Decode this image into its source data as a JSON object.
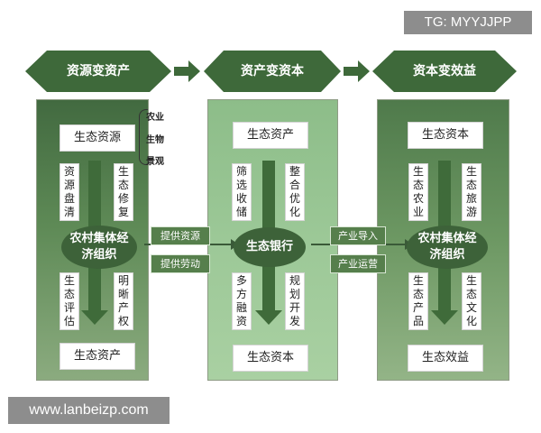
{
  "watermark_tg": "TG: MYYJJPP",
  "watermark_url": "www.lanbeizp.com",
  "colors": {
    "header": "#3e693a",
    "arrow": "#3f6b3a"
  },
  "headers": [
    "资源变资产",
    "资产变资本",
    "资本变效益"
  ],
  "col1": {
    "top": "生态资源",
    "side_labels": [
      "农业",
      "生物",
      "景观"
    ],
    "left_upper": [
      "资",
      "源",
      "盘",
      "清"
    ],
    "right_upper": [
      "生",
      "态",
      "修",
      "复"
    ],
    "center": [
      "农村集体经",
      "济组织"
    ],
    "left_lower": [
      "生",
      "态",
      "评",
      "估"
    ],
    "right_lower": [
      "明",
      "晰",
      "产",
      "权"
    ],
    "bottom": "生态资产"
  },
  "col2": {
    "top": "生态资产",
    "left_upper": [
      "筛",
      "选",
      "收",
      "储"
    ],
    "right_upper": [
      "整",
      "合",
      "优",
      "化"
    ],
    "center": [
      "生态银行"
    ],
    "left_lower": [
      "多",
      "方",
      "融",
      "资"
    ],
    "right_lower": [
      "规",
      "划",
      "开",
      "发"
    ],
    "bottom": "生态资本"
  },
  "col3": {
    "top": "生态资本",
    "left_upper": [
      "生",
      "态",
      "农",
      "业"
    ],
    "right_upper": [
      "生",
      "态",
      "旅",
      "游"
    ],
    "center": [
      "农村集体经",
      "济组织"
    ],
    "left_lower": [
      "生",
      "态",
      "产",
      "品"
    ],
    "right_lower": [
      "生",
      "态",
      "文",
      "化"
    ],
    "bottom": "生态效益"
  },
  "links_left": [
    "提供资源",
    "提供劳动"
  ],
  "links_right": [
    "产业导入",
    "产业运营"
  ]
}
